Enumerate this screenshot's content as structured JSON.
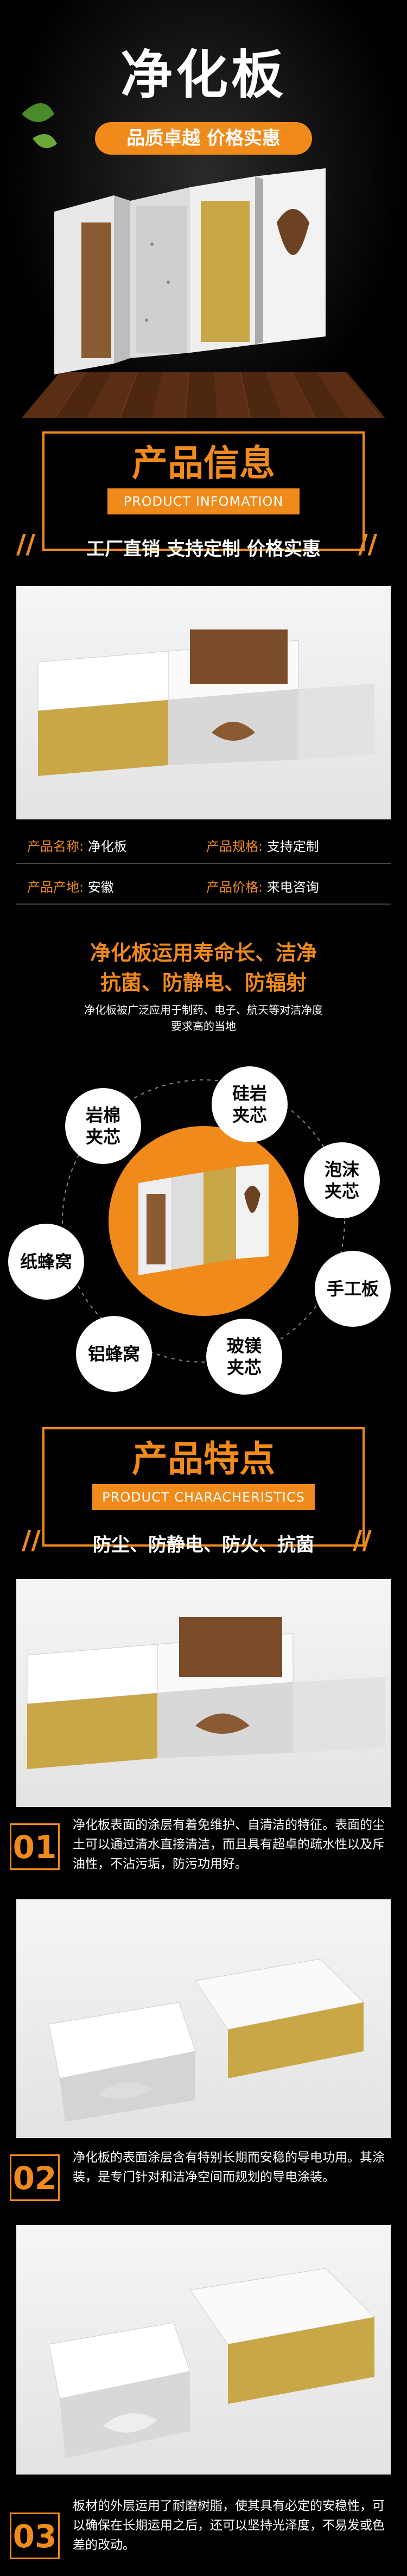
{
  "hero": {
    "title": "净化板",
    "badge": "品质卓越 价格实惠"
  },
  "info": {
    "title": "产品信息",
    "subtitle": "PRODUCT INFOMATION",
    "strip": "工厂直销   支持定制   价格实惠"
  },
  "specs": [
    {
      "label": "产品名称:",
      "value": "净化板"
    },
    {
      "label": "产品规格:",
      "value": "支持定制"
    },
    {
      "label": "产品产地:",
      "value": "安徽"
    },
    {
      "label": "产品价格:",
      "value": "来电咨询"
    }
  ],
  "usage": {
    "line1": "净化板运用寿命长、洁净",
    "line2": "抗菌、防静电、防辐射",
    "desc1": "净化板被广泛应用于制药、电子、航天等对洁净度",
    "desc2": "要求高的当地"
  },
  "types": [
    "岩棉\n夹芯",
    "硅岩\n夹芯",
    "泡沫\n夹芯",
    "手工板",
    "玻镁\n夹芯",
    "铝蜂窝",
    "纸蜂窝"
  ],
  "features": {
    "title": "产品特点",
    "subtitle": "PRODUCT CHARACHERISTICS",
    "strip": "防尘、防静电、防火、抗菌"
  },
  "notes": [
    {
      "num": "01",
      "text": "净化板表面的涂层有着免维护、自清洁的特征。表面的尘土可以通过清水直接清洁，而且具有超卓的疏水性以及斥油性，不沾污垢，防污功用好。"
    },
    {
      "num": "02",
      "text": "净化板的表面涂层含有特别长期而安稳的导电功用。其涂装，是专门针对和洁净空间而规划的导电涂装。"
    },
    {
      "num": "03",
      "text": "板材的外层运用了耐磨树脂，使其具有必定的安稳性，可以确保在长期运用之后，还可以坚持光泽度，不易发或色差的改动。"
    }
  ],
  "colors": {
    "accent": "#f08a1a",
    "bg": "#000000"
  }
}
